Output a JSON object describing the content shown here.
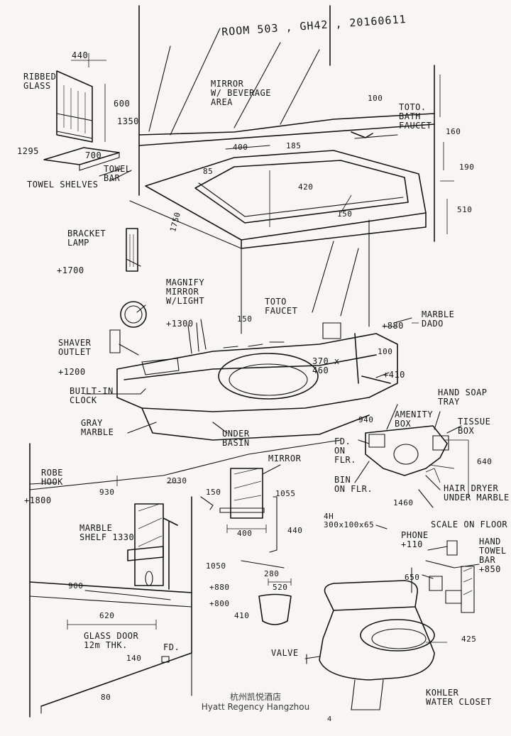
{
  "header": {
    "title": "ROOM 503 , GH42 , 20160611"
  },
  "labels": {
    "glass_dim": "440",
    "glass_title": "RIBBED\nGLASS",
    "glass_h1": "600",
    "glass_h2": "1350",
    "shelf_h": "1295",
    "shelf_w": "700",
    "towel_bar": "TOWEL\nBAR",
    "towel_shelves": "TOWEL SHELVES",
    "mirror_title": "MIRROR\nW/ BEVERAGE\nAREA",
    "toto_bath": "TOTO.\nBATH\nFAUCET",
    "d100": "100",
    "d160": "160",
    "d400": "400",
    "d185": "185",
    "d85": "85",
    "d420": "420",
    "d190": "190",
    "d510": "510",
    "d150_tub": "150",
    "d1750": "1750",
    "bracket_lamp": "BRACKET\nLAMP",
    "h1700": "+1700",
    "magnify": "MAGNIFY\nMIRROR\nW/LIGHT",
    "h1300": "+1300",
    "d150_basin": "150",
    "toto_faucet": "TOTO\nFAUCET",
    "h880": "+880",
    "marble_dado": "MARBLE\nDADO",
    "d100_right": "100",
    "h410": "+410",
    "shaver": "SHAVER\nOUTLET",
    "h1200": "+1200",
    "basin_size": "370 x\n460",
    "built_in_clock": "BUILT-IN\nCLOCK",
    "gray_marble": "GRAY\nMARBLE",
    "under_basin": "UNDER\nBASIN",
    "d940": "940",
    "hand_soap": "HAND SOAP\nTRAY",
    "amenity": "AMENITY\nBOX",
    "tissue": "TISSUE\nBOX",
    "fd_on_flr": "FD.\nON\nFLR.",
    "bin_on_flr": "BIN\nON FLR.",
    "d640": "640",
    "hair_dryer": "HAIR DRYER\nUNDER MARBLE",
    "d1460": "1460",
    "scale": "SCALE ON FLOOR",
    "robe_hook": "ROBE\nHOOK",
    "h1800": "+1800",
    "d930": "930",
    "d2030": "2030",
    "marble_shelf": "MARBLE\nSHELF 1330",
    "d1050": "1050",
    "d900": "900",
    "d620": "620",
    "glass_door": "GLASS DOOR\n12m THK.",
    "d140": "140",
    "fd": "FD.",
    "d80": "80",
    "mirror_small": "MIRROR",
    "d150_small": "150",
    "d1055": "1055",
    "d440": "440",
    "d400_small": "400",
    "d280": "280",
    "d520": "520",
    "h880_small": "+880",
    "h800": "+800",
    "d410": "410",
    "pull_size": "4H\n300x100x65",
    "phone": "PHONE\n+110",
    "hand_towel": "HAND\nTOWEL\nBAR\n+850",
    "d650": "650",
    "valve": "VALVE",
    "d425": "425",
    "kohler": "KOHLER\nWATER CLOSET"
  },
  "footer": {
    "caption_zh": "杭州凯悦酒店",
    "caption_en": "Hyatt Regency Hangzhou",
    "page_mark": "4"
  }
}
